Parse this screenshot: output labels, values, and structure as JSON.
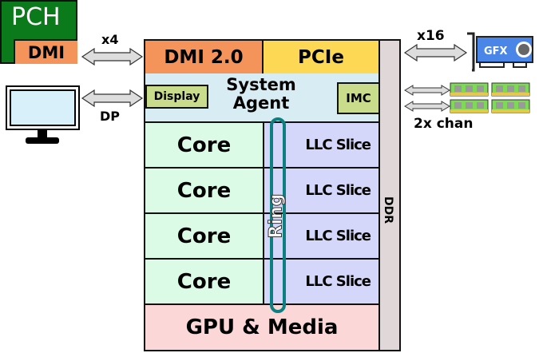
{
  "title": "CPU block diagram",
  "pch": {
    "label": "PCH",
    "dmi_label": "DMI"
  },
  "links": {
    "dmi_width": "x4",
    "display_port": "DP",
    "pcie_width": "x16",
    "memory_channels": "2x chan"
  },
  "die": {
    "dmi": "DMI 2.0",
    "pcie": "PCIe",
    "system_agent": "System Agent",
    "display": "Display",
    "imc": "IMC",
    "cores": [
      "Core",
      "Core",
      "Core",
      "Core"
    ],
    "llc_slices": [
      "LLC Slice",
      "LLC Slice",
      "LLC Slice",
      "LLC Slice"
    ],
    "ring": "Ring",
    "gpu": "GPU & Media",
    "ddr": "DDR"
  },
  "gfx_card": {
    "label": "GFX"
  },
  "colors": {
    "pch_green": "#0a7a1a",
    "dmi_orange": "#f4935a",
    "pcie_yellow": "#fdd855",
    "system_agent_blue": "#d8ecf3",
    "display_olive": "#c9dc8c",
    "core_green": "#dcfbe6",
    "llc_lavender": "#d4d6fa",
    "gpu_pink": "#fbd7d8",
    "ddr_gray": "#e0d8d8",
    "ring_teal": "#0c7f80",
    "gfx_blue": "#4a86e8",
    "dimm_green": "#7ed957"
  }
}
